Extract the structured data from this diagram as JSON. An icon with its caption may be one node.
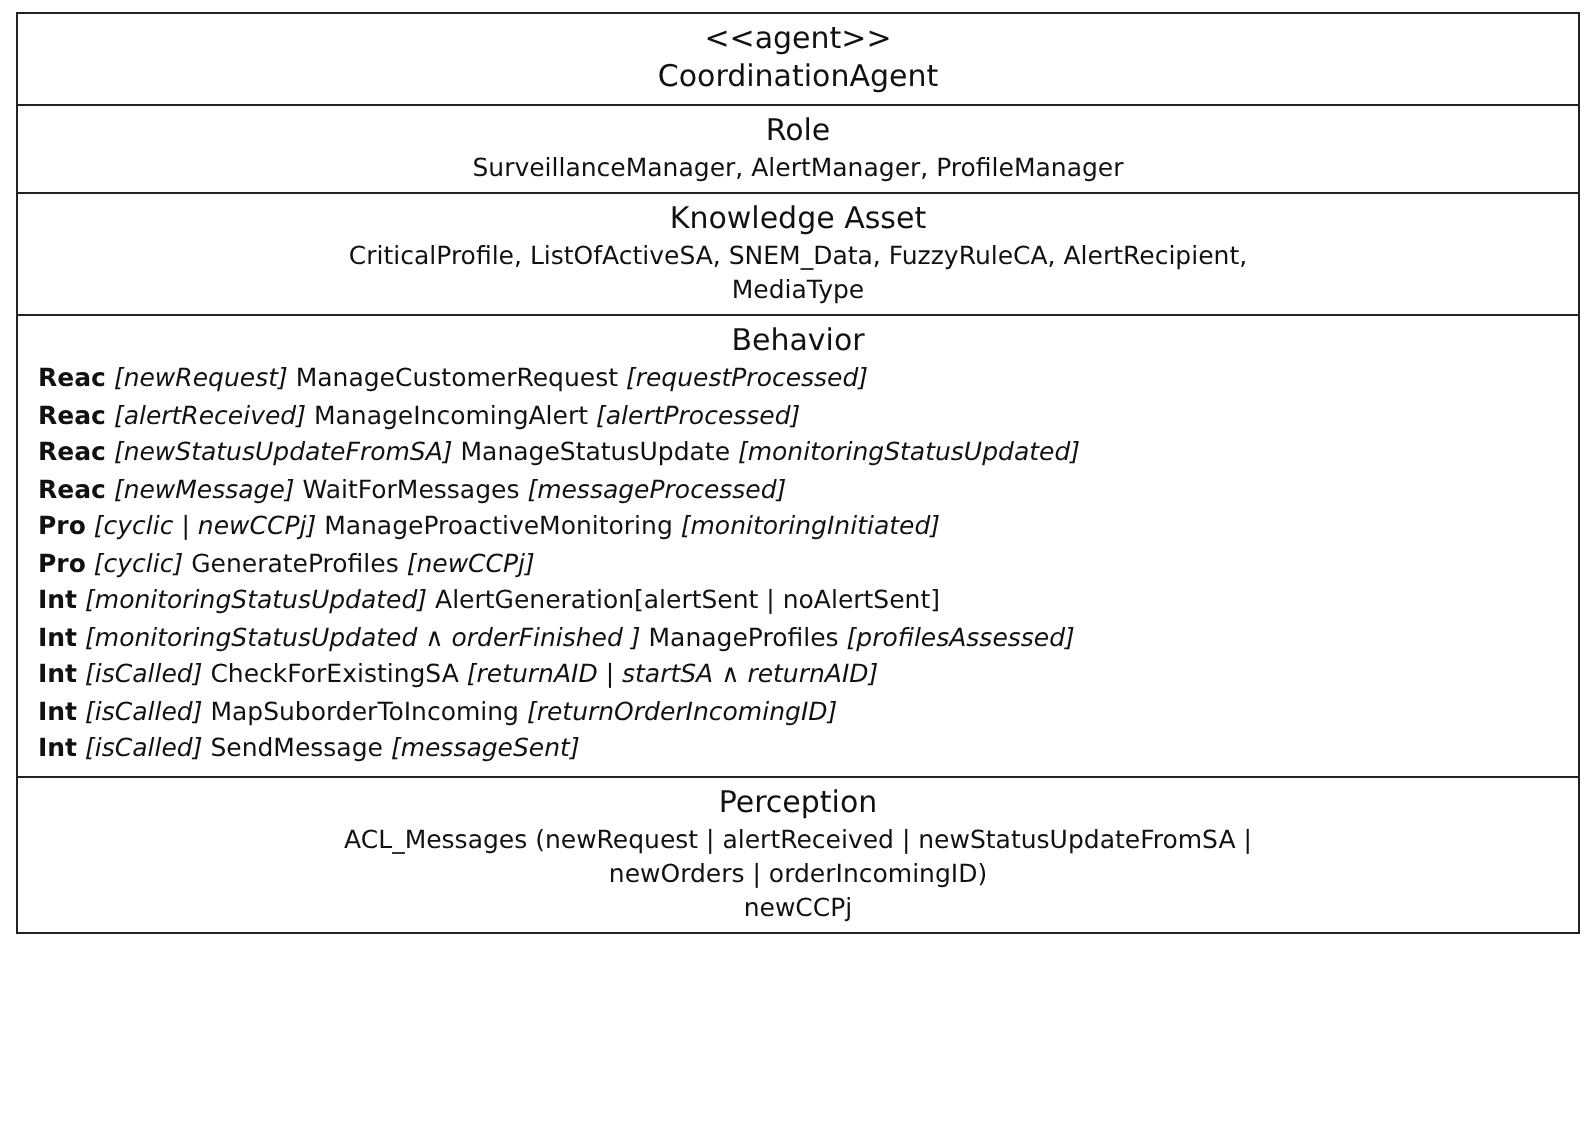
{
  "diagram": {
    "nodes": [
      {
        "text": [
          "<<agent>>",
          "CoordinationAgent"
        ]
      },
      {
        "text": [
          "Role",
          "SurveillanceManager, AlertManager, ProfileManager"
        ]
      },
      {
        "text": [
          "Knowledge Asset",
          "CriticalProfile, ListOfActiveSA, SNEM_Data, FuzzyRuleCA, AlertRecipient, MediaType"
        ]
      },
      {
        "text": [
          "Behavior",
          "**Reac** *[newRequest]* ManageCustomerRequest *[requestProcessed]*",
          "**Reac** *[alertReceived]* ManageIncomingAlert *[alertProcessed]*",
          "**Reac** *[newStatusUpdateFromSA]* ManageStatusUpdate *[monitoringStatusUpdated]*",
          "**Reac** *[newMessage]* WaitForMessages *[messageProcessed]*",
          "**Pro** *[cyclic | newCCPj]* ManageProactiveMonitoring *[monitoringInitiated]*",
          "**Pro** *[cyclic]* GenerateProfiles *[newCCPj]*",
          "**Int** *[monitoringStatusUpdated]* AlertGeneration[alertSent | noAlertSent]",
          "**Int** *[monitoringStatusUpdated ∧ orderFinished ]* ManageProfiles *[profilesAssessed]*",
          "**Int** *[isCalled]* CheckForExistingSA *[returnAID | startSA ∧ returnAID]*",
          "**Int** *[isCalled]* MapSuborderToIncoming *[returnOrderIncomingID]*",
          "**Int** *[isCalled]* SendMessage *[messageSent]*"
        ]
      },
      {
        "text": [
          "Perception",
          "ACL_Messages (newRequest | alertReceived | newStatusUpdateFromSA | newOrders | orderIncomingID)",
          "newCCPj"
        ]
      }
    ]
  }
}
